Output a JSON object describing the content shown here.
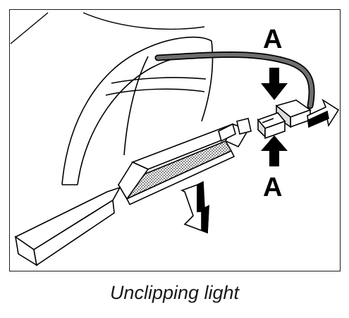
{
  "diagram": {
    "markers": {
      "top": "A",
      "bottom": "A"
    },
    "caption": "Unclipping light",
    "colors": {
      "ink": "#000000",
      "lens_hatch": "#9a9a9a",
      "cable": "#6e6e6e",
      "background": "#ffffff"
    }
  }
}
